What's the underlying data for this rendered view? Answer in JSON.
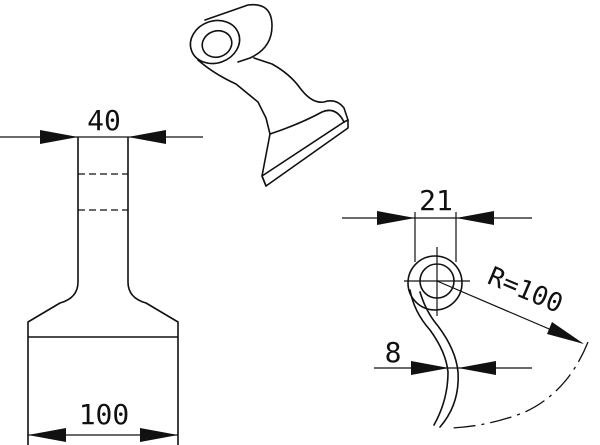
{
  "dimensions": {
    "top_width": "40",
    "bottom_width": "100",
    "eye_width": "21",
    "blade_thickness": "8",
    "radius": "R=100"
  },
  "colors": {
    "line": "#111111",
    "background": "#ffffff"
  }
}
